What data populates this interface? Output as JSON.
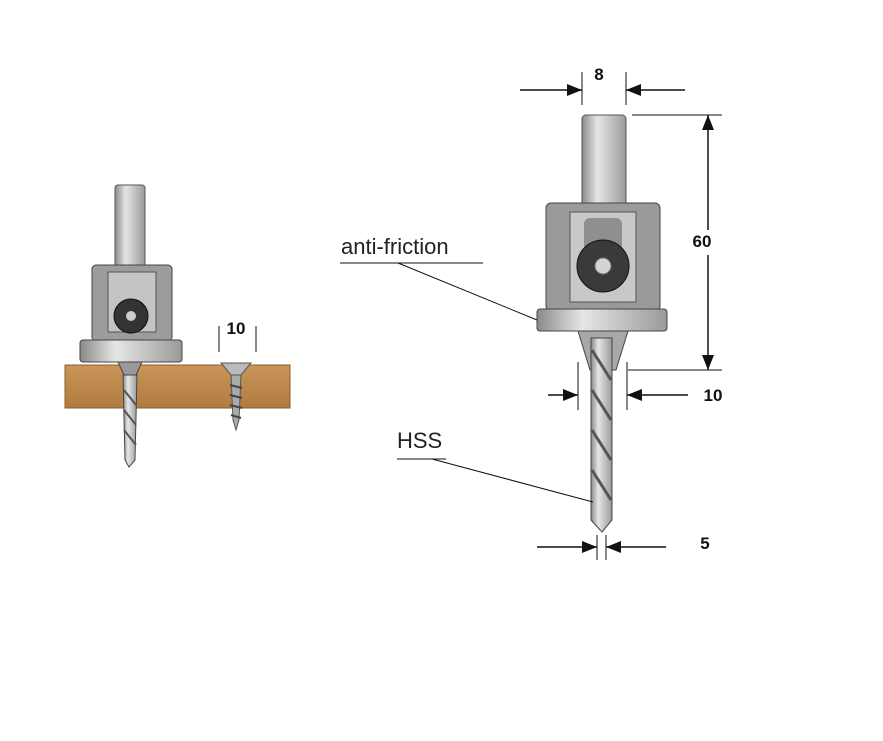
{
  "labels": {
    "coating": "anti-friction",
    "material": "HSS"
  },
  "dimensions": {
    "shank_diameter": "8",
    "total_length": "60",
    "countersink_diameter": "10",
    "drill_diameter": "5",
    "usage_countersink": "10"
  },
  "colors": {
    "steel": "#b5b5b5",
    "dark": "#555555",
    "wood": "#bf8a4e",
    "line": "#111111"
  }
}
